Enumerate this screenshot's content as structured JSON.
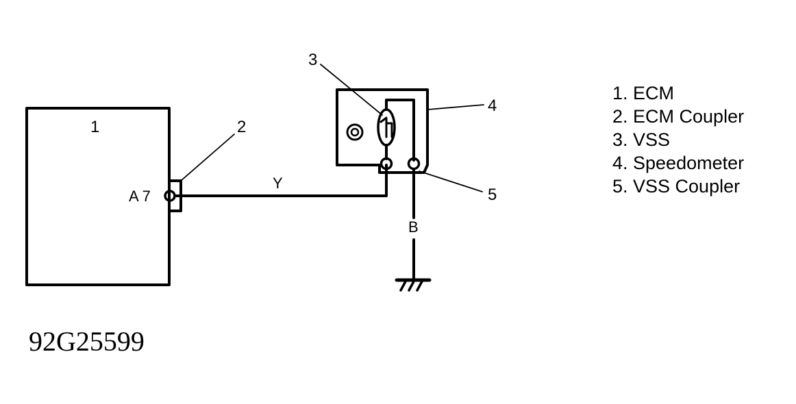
{
  "diagram": {
    "callouts": {
      "ecm": "1",
      "ecm_coupler": "2",
      "vss": "3",
      "speedometer": "4",
      "vss_coupler": "5"
    },
    "terminal_label": "A 7",
    "wire_colors": {
      "signal": "Y",
      "ground": "B"
    },
    "legend": [
      "1. ECM",
      "2. ECM Coupler",
      "3. VSS",
      "4. Speedometer",
      "5. VSS Coupler"
    ],
    "figure_id": "92G25599"
  }
}
